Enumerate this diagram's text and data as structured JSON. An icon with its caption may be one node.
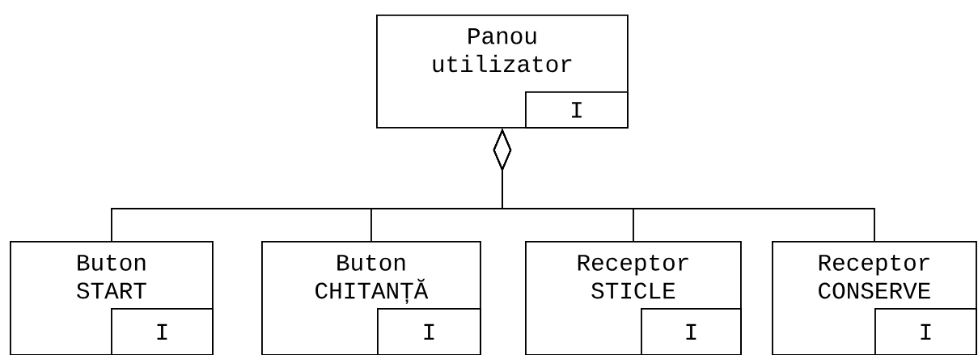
{
  "diagram": {
    "nodes": [
      {
        "text": [
          "Panou utilizator"
        ]
      },
      {
        "text": [
          "I"
        ],
        "in": 0
      },
      {
        "text": [
          "Buton START"
        ]
      },
      {
        "text": [
          "I"
        ],
        "in": 2
      },
      {
        "text": [
          "Buton CHITANȚĂ"
        ]
      },
      {
        "text": [
          "I"
        ],
        "in": 4
      },
      {
        "text": [
          "Receptor STICLE"
        ]
      },
      {
        "text": [
          "I"
        ],
        "in": 6
      },
      {
        "text": [
          "Receptor CONSERVE"
        ]
      },
      {
        "text": [
          "I"
        ],
        "in": 8
      }
    ],
    "edges": [
      {
        "from": 0,
        "to": 2,
        "arrow": "other"
      },
      {
        "from": 0,
        "to": 4,
        "arrow": "other"
      },
      {
        "from": 0,
        "to": 6,
        "arrow": "other"
      },
      {
        "from": 0,
        "to": 8,
        "arrow": "other"
      }
    ]
  }
}
